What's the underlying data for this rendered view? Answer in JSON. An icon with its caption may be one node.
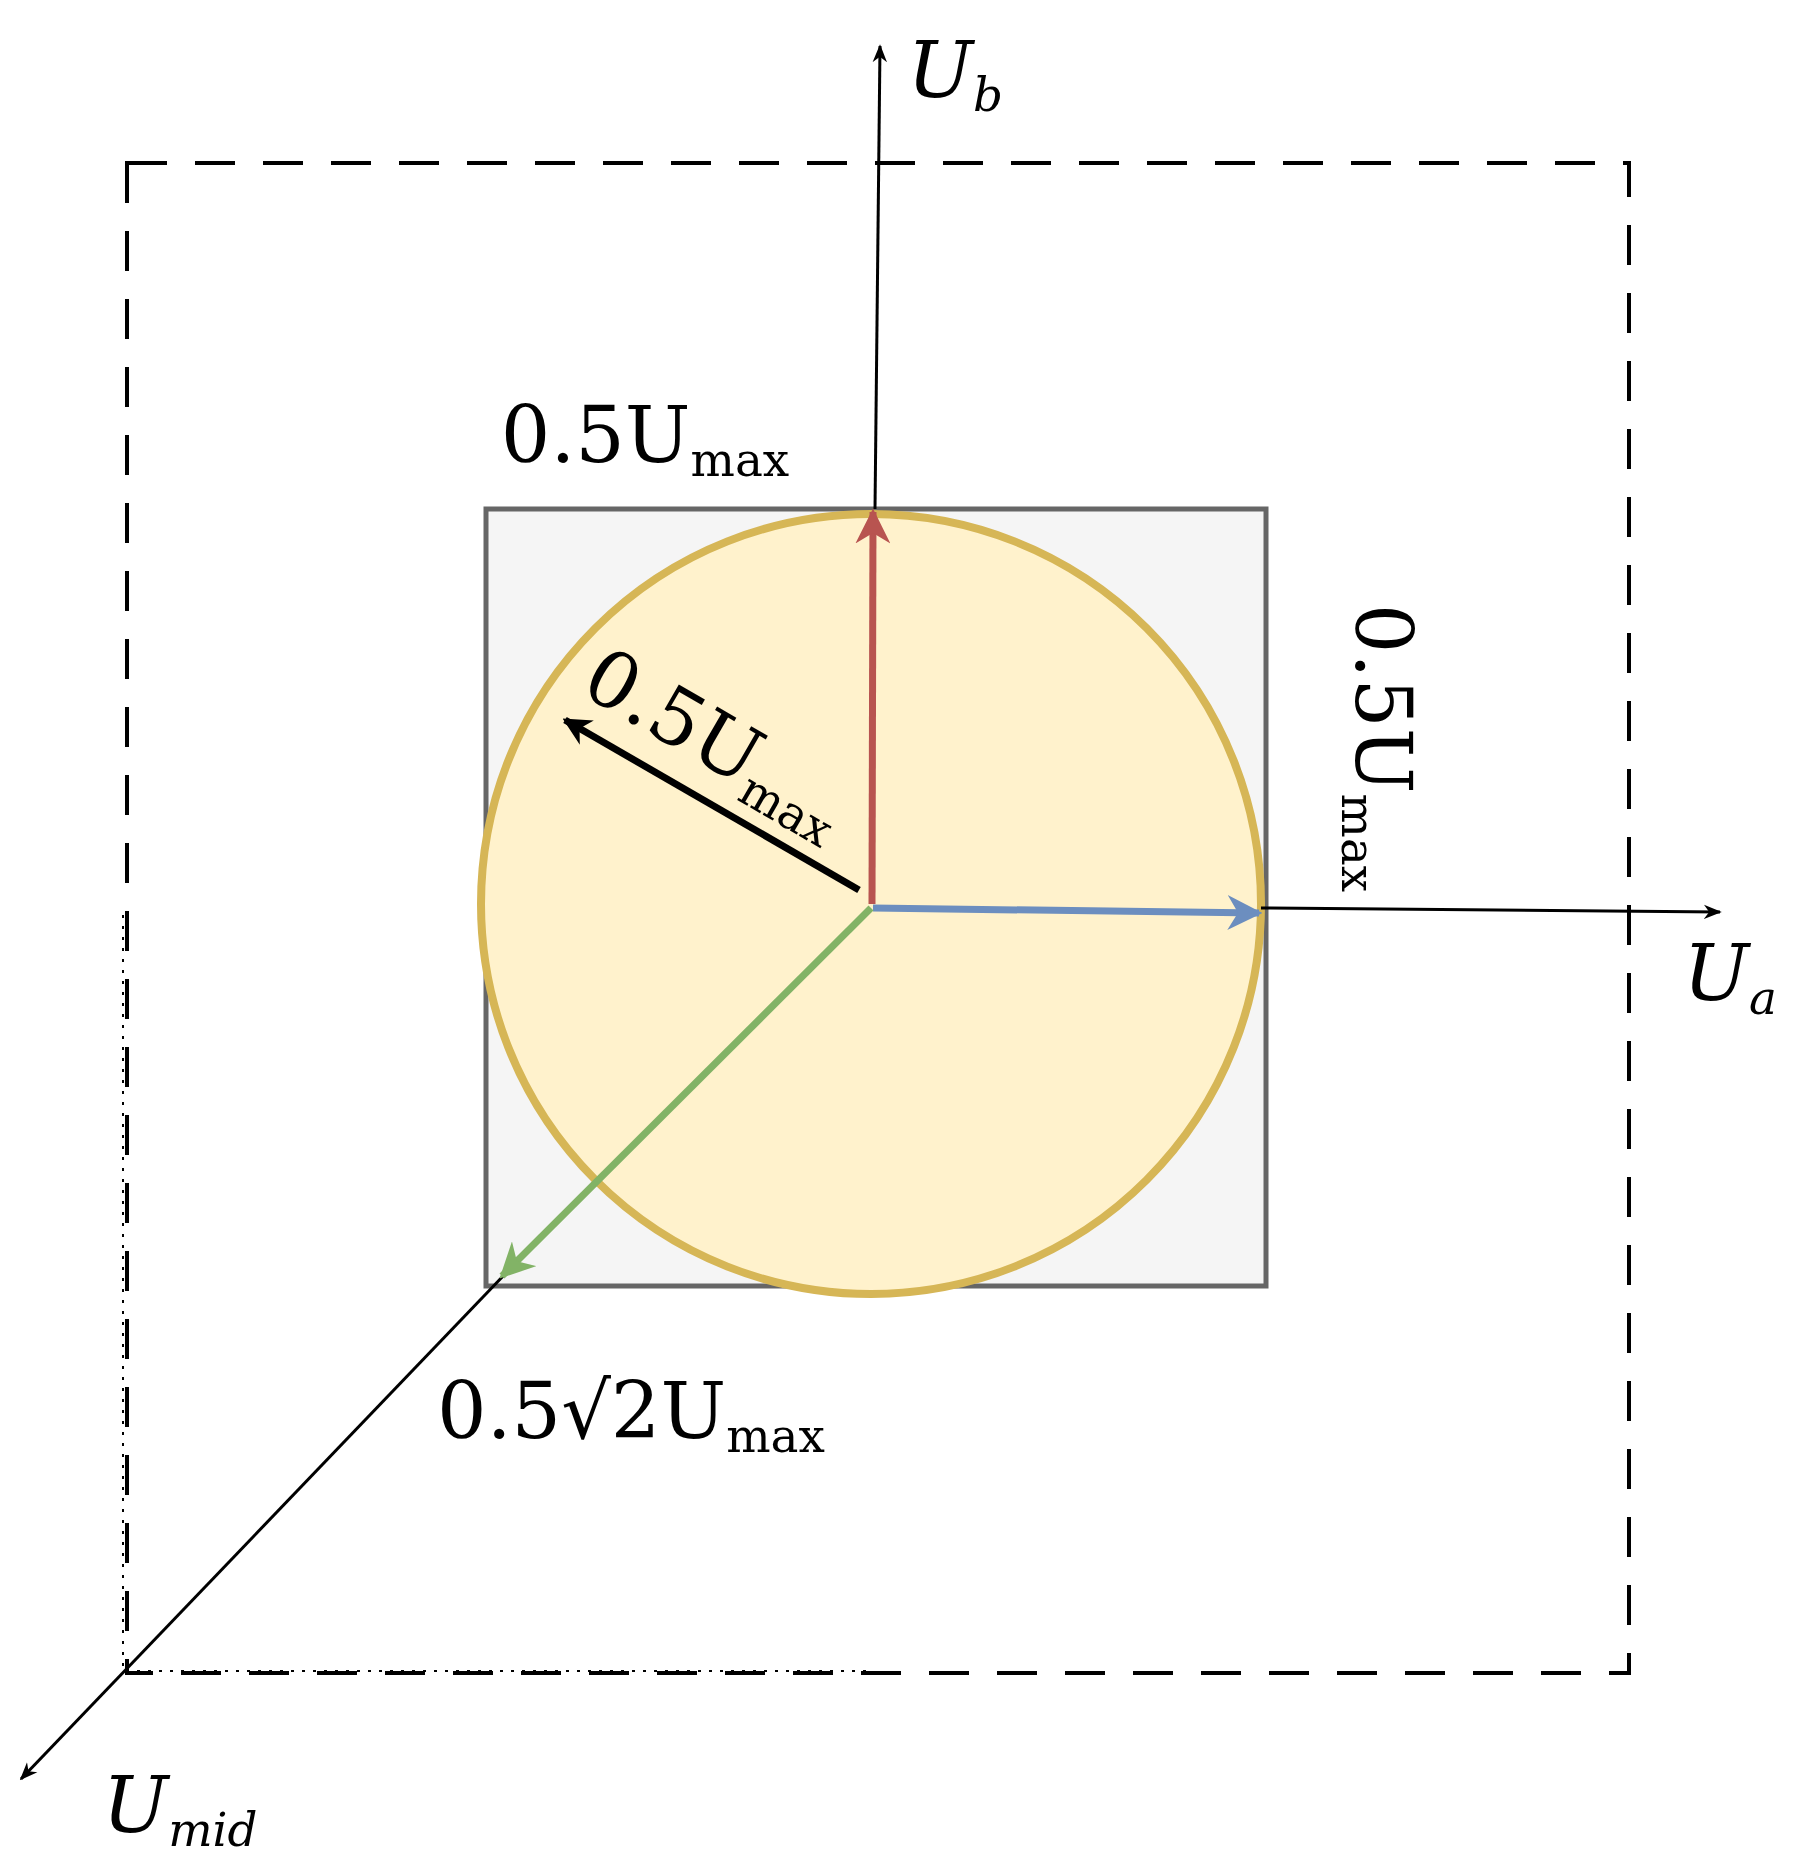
{
  "diagram": {
    "labels": [
      "*U*$_{b}$",
      "0.5U$_{max}$",
      "0.5U$_{max}$",
      "0.5U$_{max}$",
      "*U*$_{a}$",
      "0.5√2U$_{max}$",
      "*U*$_{mid}$"
    ]
  }
}
